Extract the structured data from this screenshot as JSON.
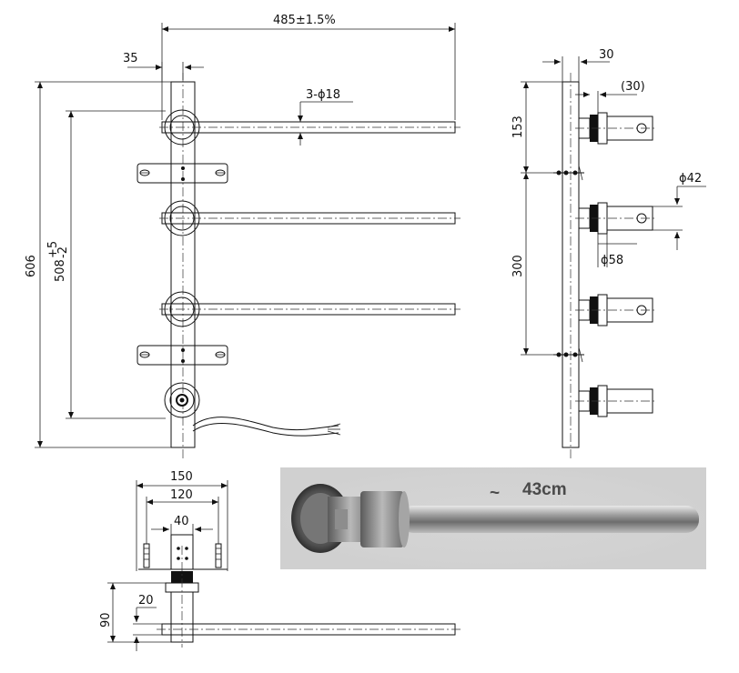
{
  "dimensions": {
    "top_width": "485±1.5%",
    "offset_35": "35",
    "pipe_dia": "3-ϕ18",
    "height_606": "606",
    "height_508": "508",
    "tol_upper": "+5",
    "tol_lower": "-2",
    "side_30": "30",
    "side_30_ref": "(30)",
    "side_153": "153",
    "side_300": "300",
    "dia_42": "ϕ42",
    "dia_58": "ϕ58",
    "bottom_150": "150",
    "bottom_120": "120",
    "bottom_40": "40",
    "bottom_90": "90",
    "bottom_20": "20"
  },
  "photo": {
    "length_label": "43cm",
    "approx_symbol": "~"
  },
  "colors": {
    "line": "#111111",
    "photo_bg": "#d9d9d9",
    "metal": "#8a8a8a"
  }
}
